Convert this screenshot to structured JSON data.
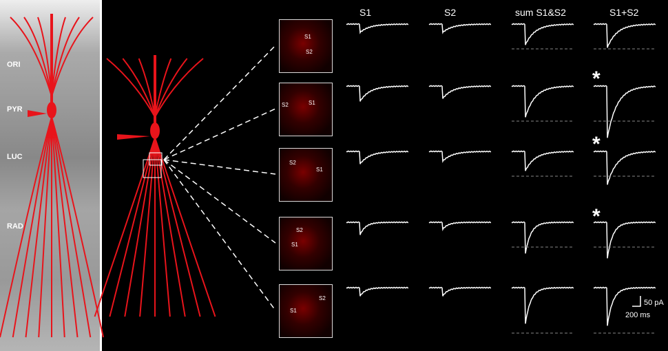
{
  "layers": [
    "ORI",
    "PYR",
    "LUC",
    "RAD"
  ],
  "columns": [
    "S1",
    "S2",
    "sum S1&S2",
    "S1+S2"
  ],
  "insets": [
    {
      "labels": [
        "S1",
        "S2"
      ]
    },
    {
      "labels": [
        "S2",
        "S1"
      ]
    },
    {
      "labels": [
        "S2",
        "S1"
      ]
    },
    {
      "labels": [
        "S2",
        "S1"
      ]
    },
    {
      "labels": [
        "S1",
        "S2"
      ]
    }
  ],
  "asterisk": "*",
  "scale": {
    "current": "50 pA",
    "time": "200 ms"
  },
  "colors": {
    "neuron": "#e8141b",
    "trace": "#ffffff"
  }
}
